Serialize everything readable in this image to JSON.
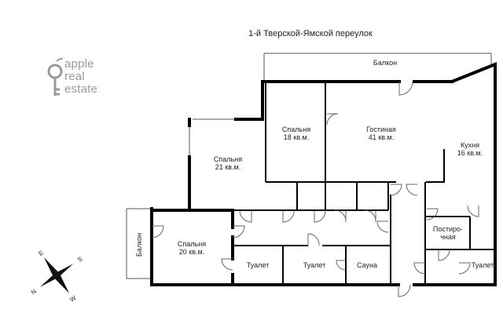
{
  "title": "1-й Тверской-Ямской переулок",
  "logo": {
    "line1": "apple",
    "line2": "real",
    "line3": "estate"
  },
  "rooms": {
    "balcony_top": "Балкон",
    "balcony_left": "Балкон",
    "bedroom_18": {
      "name": "Спальня",
      "area": "18 кв.м."
    },
    "living": {
      "name": "Гостиная",
      "area": "41 кв.м."
    },
    "kitchen": {
      "name": "Кухня",
      "area": "16 кв.м."
    },
    "bedroom_21": {
      "name": "Спальня",
      "area": "21 кв.м."
    },
    "bedroom_20": {
      "name": "Спальня",
      "area": "20 кв.м."
    },
    "laundry": {
      "line1": "Постиро-",
      "line2": "чная"
    },
    "toilet_1": "Туалет",
    "toilet_2": "Туалет",
    "sauna": "Сауна",
    "toilet_3": "Туалет"
  },
  "compass": {
    "n": "N",
    "s": "S",
    "e": "E",
    "w": "W"
  }
}
